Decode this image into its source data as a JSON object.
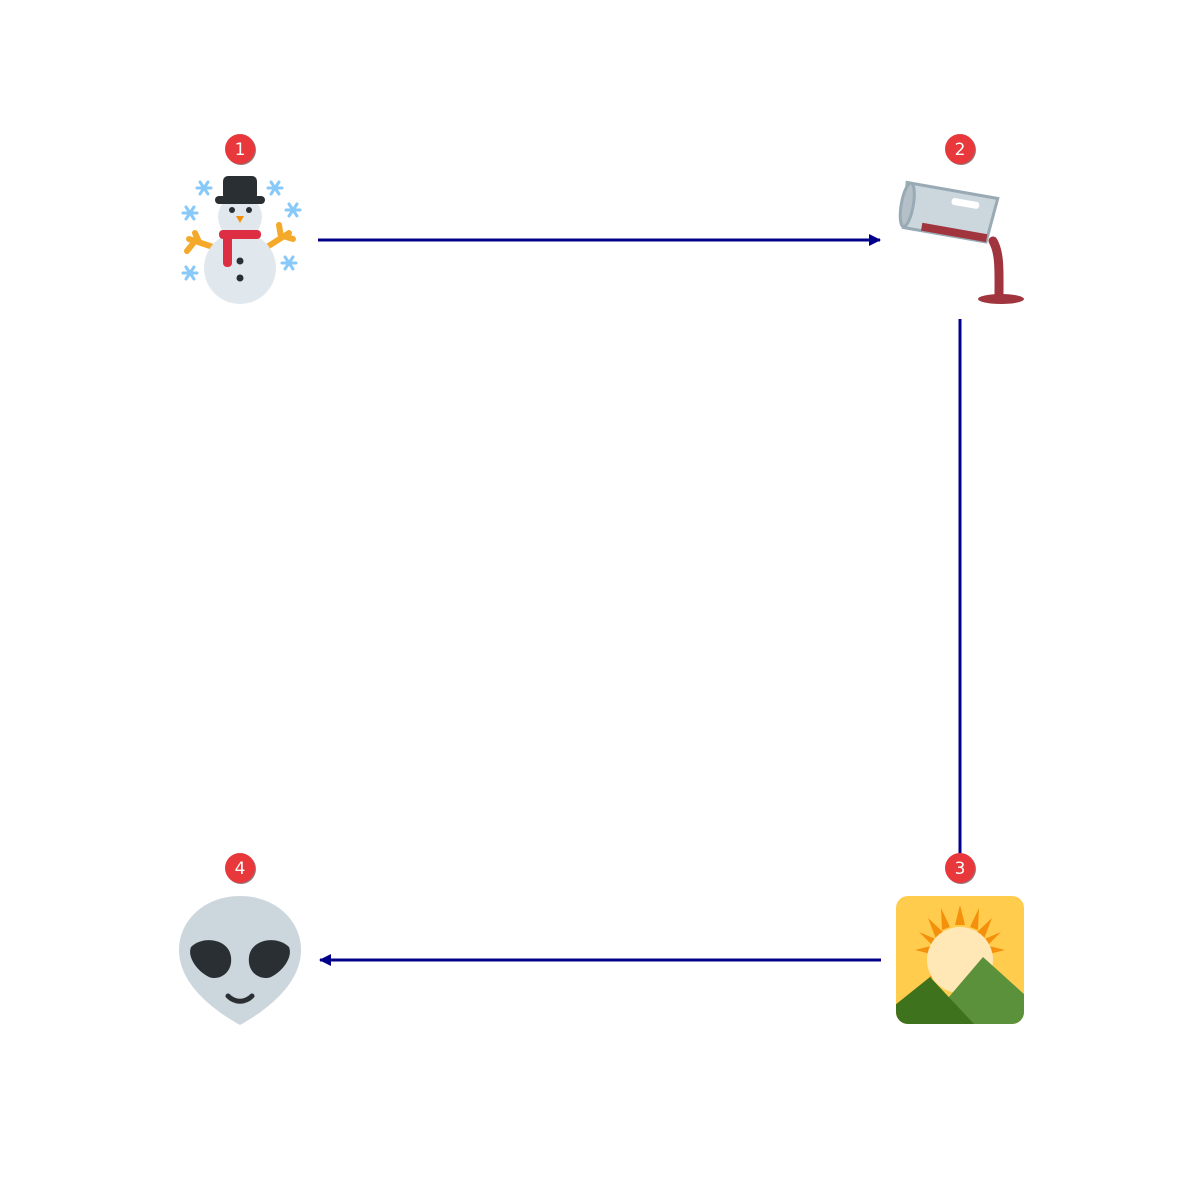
{
  "diagram": {
    "nodes": [
      {
        "id": "snowman",
        "icon": "snowman-icon",
        "badge": "1"
      },
      {
        "id": "pouring-liquid",
        "icon": "pouring-liquid-icon",
        "badge": "2"
      },
      {
        "id": "sunrise-over-mountains",
        "icon": "sunrise-over-mountains-icon",
        "badge": "3"
      },
      {
        "id": "alien",
        "icon": "alien-icon",
        "badge": "4"
      }
    ],
    "edges": [
      {
        "from": "snowman",
        "to": "pouring-liquid",
        "arrowhead": true
      },
      {
        "from": "pouring-liquid",
        "to": "sunrise-over-mountains",
        "arrowhead": false
      },
      {
        "from": "sunrise-over-mountains",
        "to": "alien",
        "arrowhead": true
      }
    ],
    "colors": {
      "edge": "#00008b",
      "badge_fill": "#e8383c",
      "badge_text": "#ffffff"
    }
  }
}
